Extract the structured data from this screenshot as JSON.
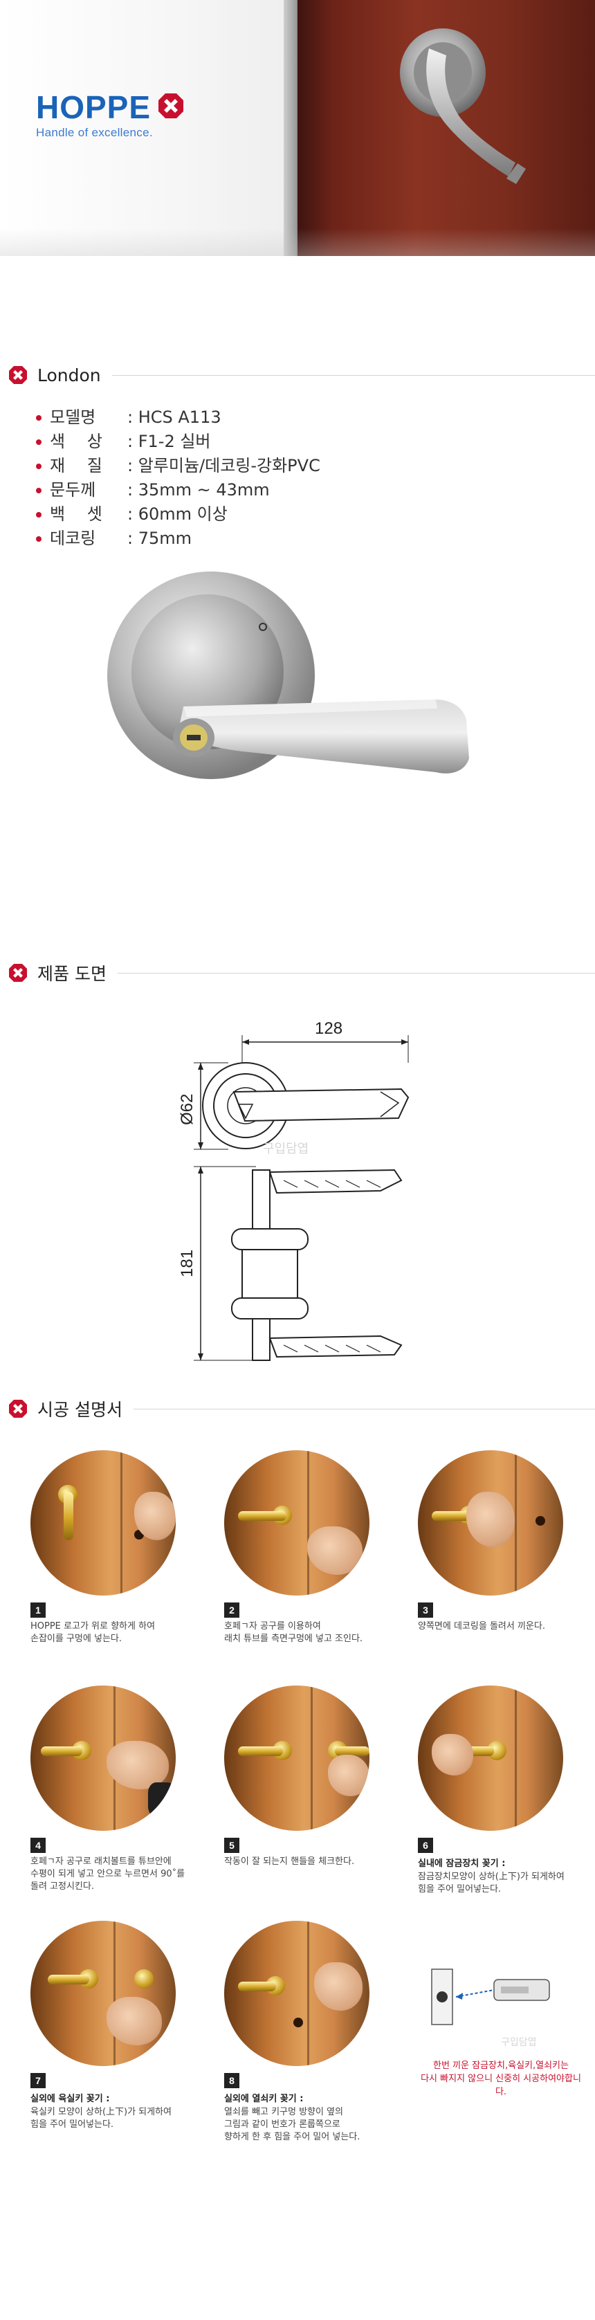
{
  "hero": {
    "brand": "HOPPE",
    "tagline": "Handle of excellence."
  },
  "colors": {
    "brand_blue": "#1a63b8",
    "accent_red": "#c8102e"
  },
  "product": {
    "section_title": "London",
    "specs": [
      {
        "label": "모델명",
        "value": ": HCS A113"
      },
      {
        "label": "색　 상",
        "value": ": F1-2 실버"
      },
      {
        "label": "재　 질",
        "value": ": 알루미늄/데코링-강화PVC"
      },
      {
        "label": "문두께",
        "value": ": 35mm ~ 43mm"
      },
      {
        "label": "백　 셋",
        "value": ": 60mm 이상"
      },
      {
        "label": "데코링",
        "value": ": 75mm"
      }
    ]
  },
  "drawing": {
    "section_title": "제품 도면",
    "dim_width": "128",
    "dim_rose": "Ø62",
    "dim_height": "181",
    "watermark": "구입담엽"
  },
  "instructions": {
    "section_title": "시공 설명서",
    "steps": [
      {
        "num": "1",
        "title": "",
        "desc": "HOPPE 로고가 위로 향하게 하여\n손잡이를 구멍에 넣는다."
      },
      {
        "num": "2",
        "title": "",
        "desc": "호페ㄱ자 공구를 이용하여\n래치 튜브를 측면구멍에 넣고 조인다."
      },
      {
        "num": "3",
        "title": "",
        "desc": "양쪽면에 데코링을 돌려서 끼운다."
      },
      {
        "num": "4",
        "title": "",
        "desc": "호페ㄱ자 공구로 래치볼트를 튜브안에\n수평이 되게 넣고 안으로 누르면서 90˚를\n돌려 고정시킨다."
      },
      {
        "num": "5",
        "title": "",
        "desc": "작동이 잘 되는지 핸들을 체크한다."
      },
      {
        "num": "6",
        "title": "실내에 잠금장치 꽂기 :",
        "desc": "잠금장치모양이 상하(上下)가 되게하여\n힘을 주어 밀어넣는다."
      },
      {
        "num": "7",
        "title": "실외에 육실키 꽂기 :",
        "desc": "육실키 모양이 상하(上下)가 되게하여\n힘을 주어 밀어넣는다."
      },
      {
        "num": "8",
        "title": "실외에 열쇠키 꽂기 :",
        "desc": "열쇠를 빼고 키구멍 방향이 옆의\n그림과 같이 번호가 론룹쪽으로\n향하게 한 후 힘을 주어 밀어 넣는다."
      }
    ],
    "warning": "한번 끼운 잠금장치,육실키,열쇠키는\n다시 빠지지 않으니 신중히 시공하여야합니다.",
    "watermark": "구입담엽"
  }
}
